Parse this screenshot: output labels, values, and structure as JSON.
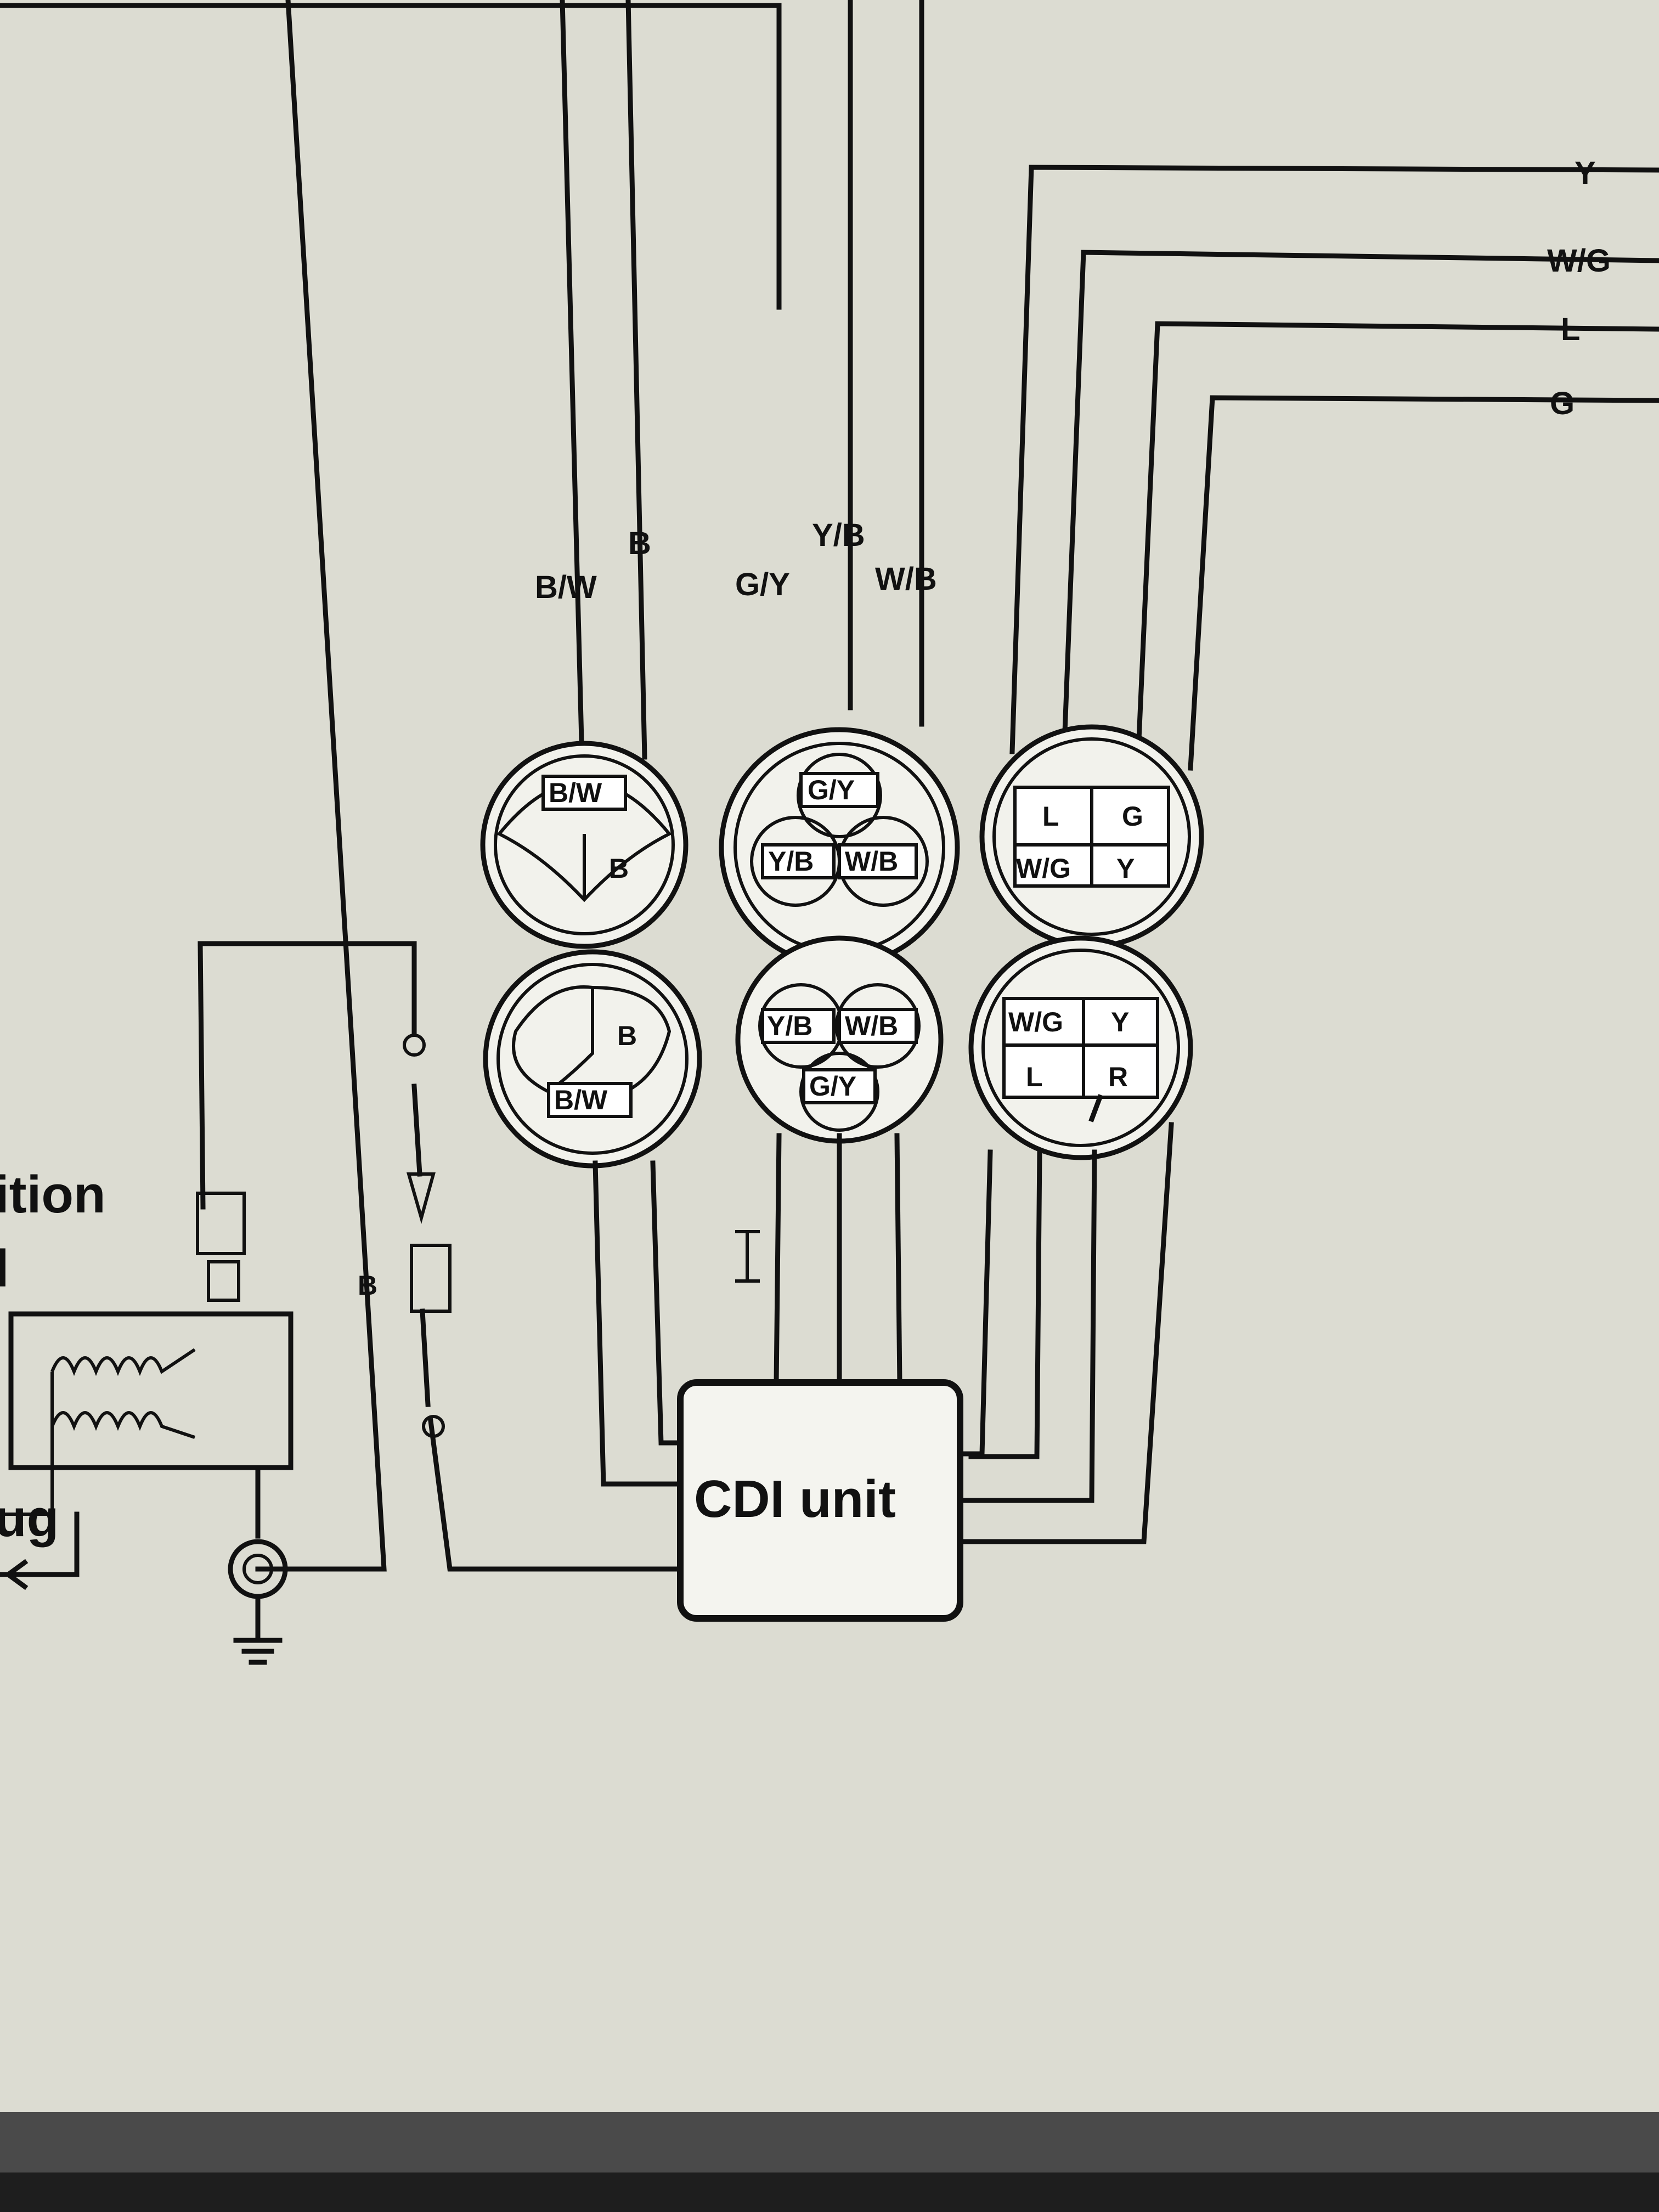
{
  "diagram": {
    "wire_labels": {
      "bw": "B/W",
      "b": "B",
      "gy": "G/Y",
      "yb": "Y/B",
      "wb": "W/B",
      "y": "Y",
      "wg": "W/G",
      "l": "L",
      "g": "G",
      "coil_ground": "B"
    },
    "connector_upper_left": {
      "pins": [
        "B/W",
        "B"
      ]
    },
    "connector_upper_mid": {
      "pins": [
        "G/Y",
        "Y/B",
        "W/B"
      ]
    },
    "connector_upper_right": {
      "pins": [
        "L",
        "G",
        "W/G",
        "Y"
      ]
    },
    "connector_lower_left": {
      "pins": [
        "B",
        "B/W"
      ]
    },
    "connector_lower_mid": {
      "pins": [
        "Y/B",
        "W/B",
        "G/Y"
      ]
    },
    "connector_lower_right": {
      "pins": [
        "W/G",
        "Y",
        "L",
        "R"
      ]
    },
    "cdi_unit_label": "CDI unit",
    "ignition_coil_label_fragment": "ition",
    "ignition_coil_label_line2": "l",
    "plug_label_fragment": "ug"
  }
}
